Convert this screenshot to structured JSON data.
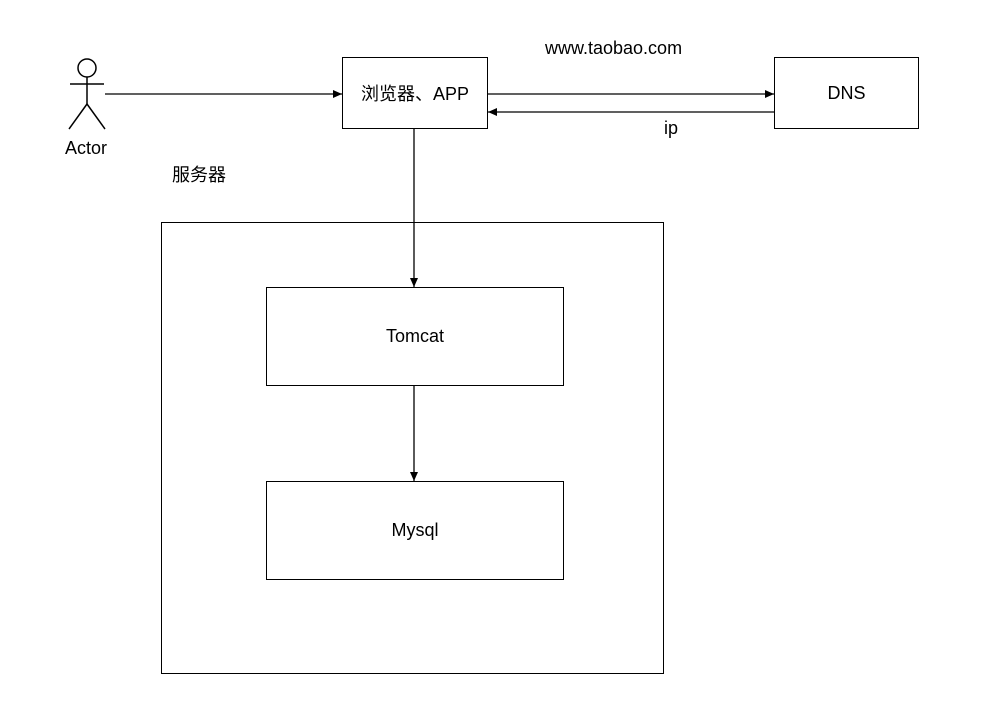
{
  "actor": {
    "label": "Actor"
  },
  "server_group": {
    "label": "服务器"
  },
  "nodes": {
    "client": {
      "label": "浏览器、APP"
    },
    "dns": {
      "label": "DNS"
    },
    "tomcat": {
      "label": "Tomcat"
    },
    "mysql": {
      "label": "Mysql"
    }
  },
  "edges": {
    "client_to_dns": {
      "label": "www.taobao.com"
    },
    "dns_to_client": {
      "label": "ip"
    }
  }
}
